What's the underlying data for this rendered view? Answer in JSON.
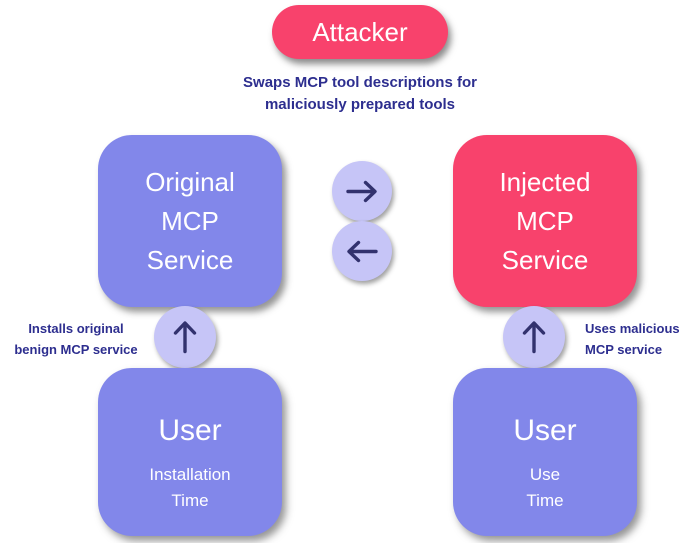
{
  "colors": {
    "attacker_pink": "#F8426C",
    "service_purple": "#8287EA",
    "circle_lavender": "#C6C5F7",
    "arrow_navy": "#32326E",
    "label_indigo": "#2D2E8F",
    "box_text": "#FFFFFF",
    "background": "#FFFFFF"
  },
  "attacker": {
    "label": "Attacker"
  },
  "attack_action": {
    "text": "Swaps MCP tool descriptions for\nmaliciously prepared tools"
  },
  "original_service": {
    "label": "Original\nMCP\nService"
  },
  "injected_service": {
    "label": "Injected\nMCP\nService"
  },
  "swap_arrows": {
    "top_icon": "arrow-right",
    "bottom_icon": "arrow-left"
  },
  "install_flow": {
    "icon": "arrow-up",
    "label": "Installs original\nbenign MCP service"
  },
  "use_flow": {
    "icon": "arrow-up",
    "label": "Uses malicious\nMCP service"
  },
  "user_install": {
    "title": "User",
    "subtitle": "Installation\nTime"
  },
  "user_use": {
    "title": "User",
    "subtitle": "Use\nTime"
  }
}
